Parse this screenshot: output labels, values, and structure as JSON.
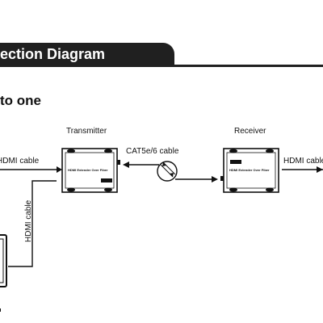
{
  "header": {
    "title": "ection Diagram"
  },
  "subtitle": "to one",
  "labels": {
    "transmitter": "Transmitter",
    "receiver": "Receiver",
    "cat_cable": "CAT5e/6 cable",
    "hdmi_left": "HDMI cable",
    "hdmi_right": "HDMI cable",
    "hdmi_vertical": "HDMI cable",
    "tx_device_text": "HDMI Extender Over Fiber",
    "rx_device_text": "HDMI Extender Over Fiber"
  }
}
